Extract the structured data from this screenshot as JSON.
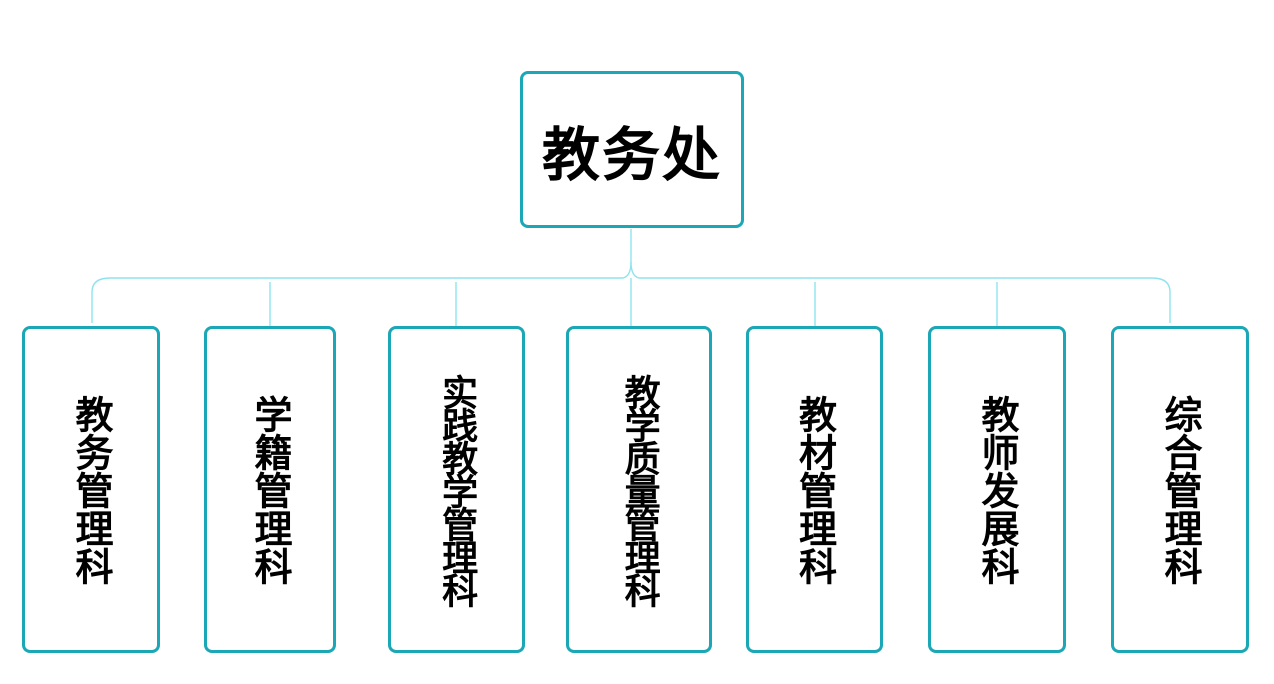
{
  "root": {
    "label": "教务处"
  },
  "departments": [
    {
      "label": "教务管理科"
    },
    {
      "label": "学籍管理科"
    },
    {
      "label": "实践教学管理科"
    },
    {
      "label": "教学质量管理科"
    },
    {
      "label": "教材管理科"
    },
    {
      "label": "教师发展科"
    },
    {
      "label": "综合管理科"
    }
  ],
  "colors": {
    "box_border": "#1ba7b5",
    "connector": "#8fe3ee",
    "text": "#000000"
  }
}
